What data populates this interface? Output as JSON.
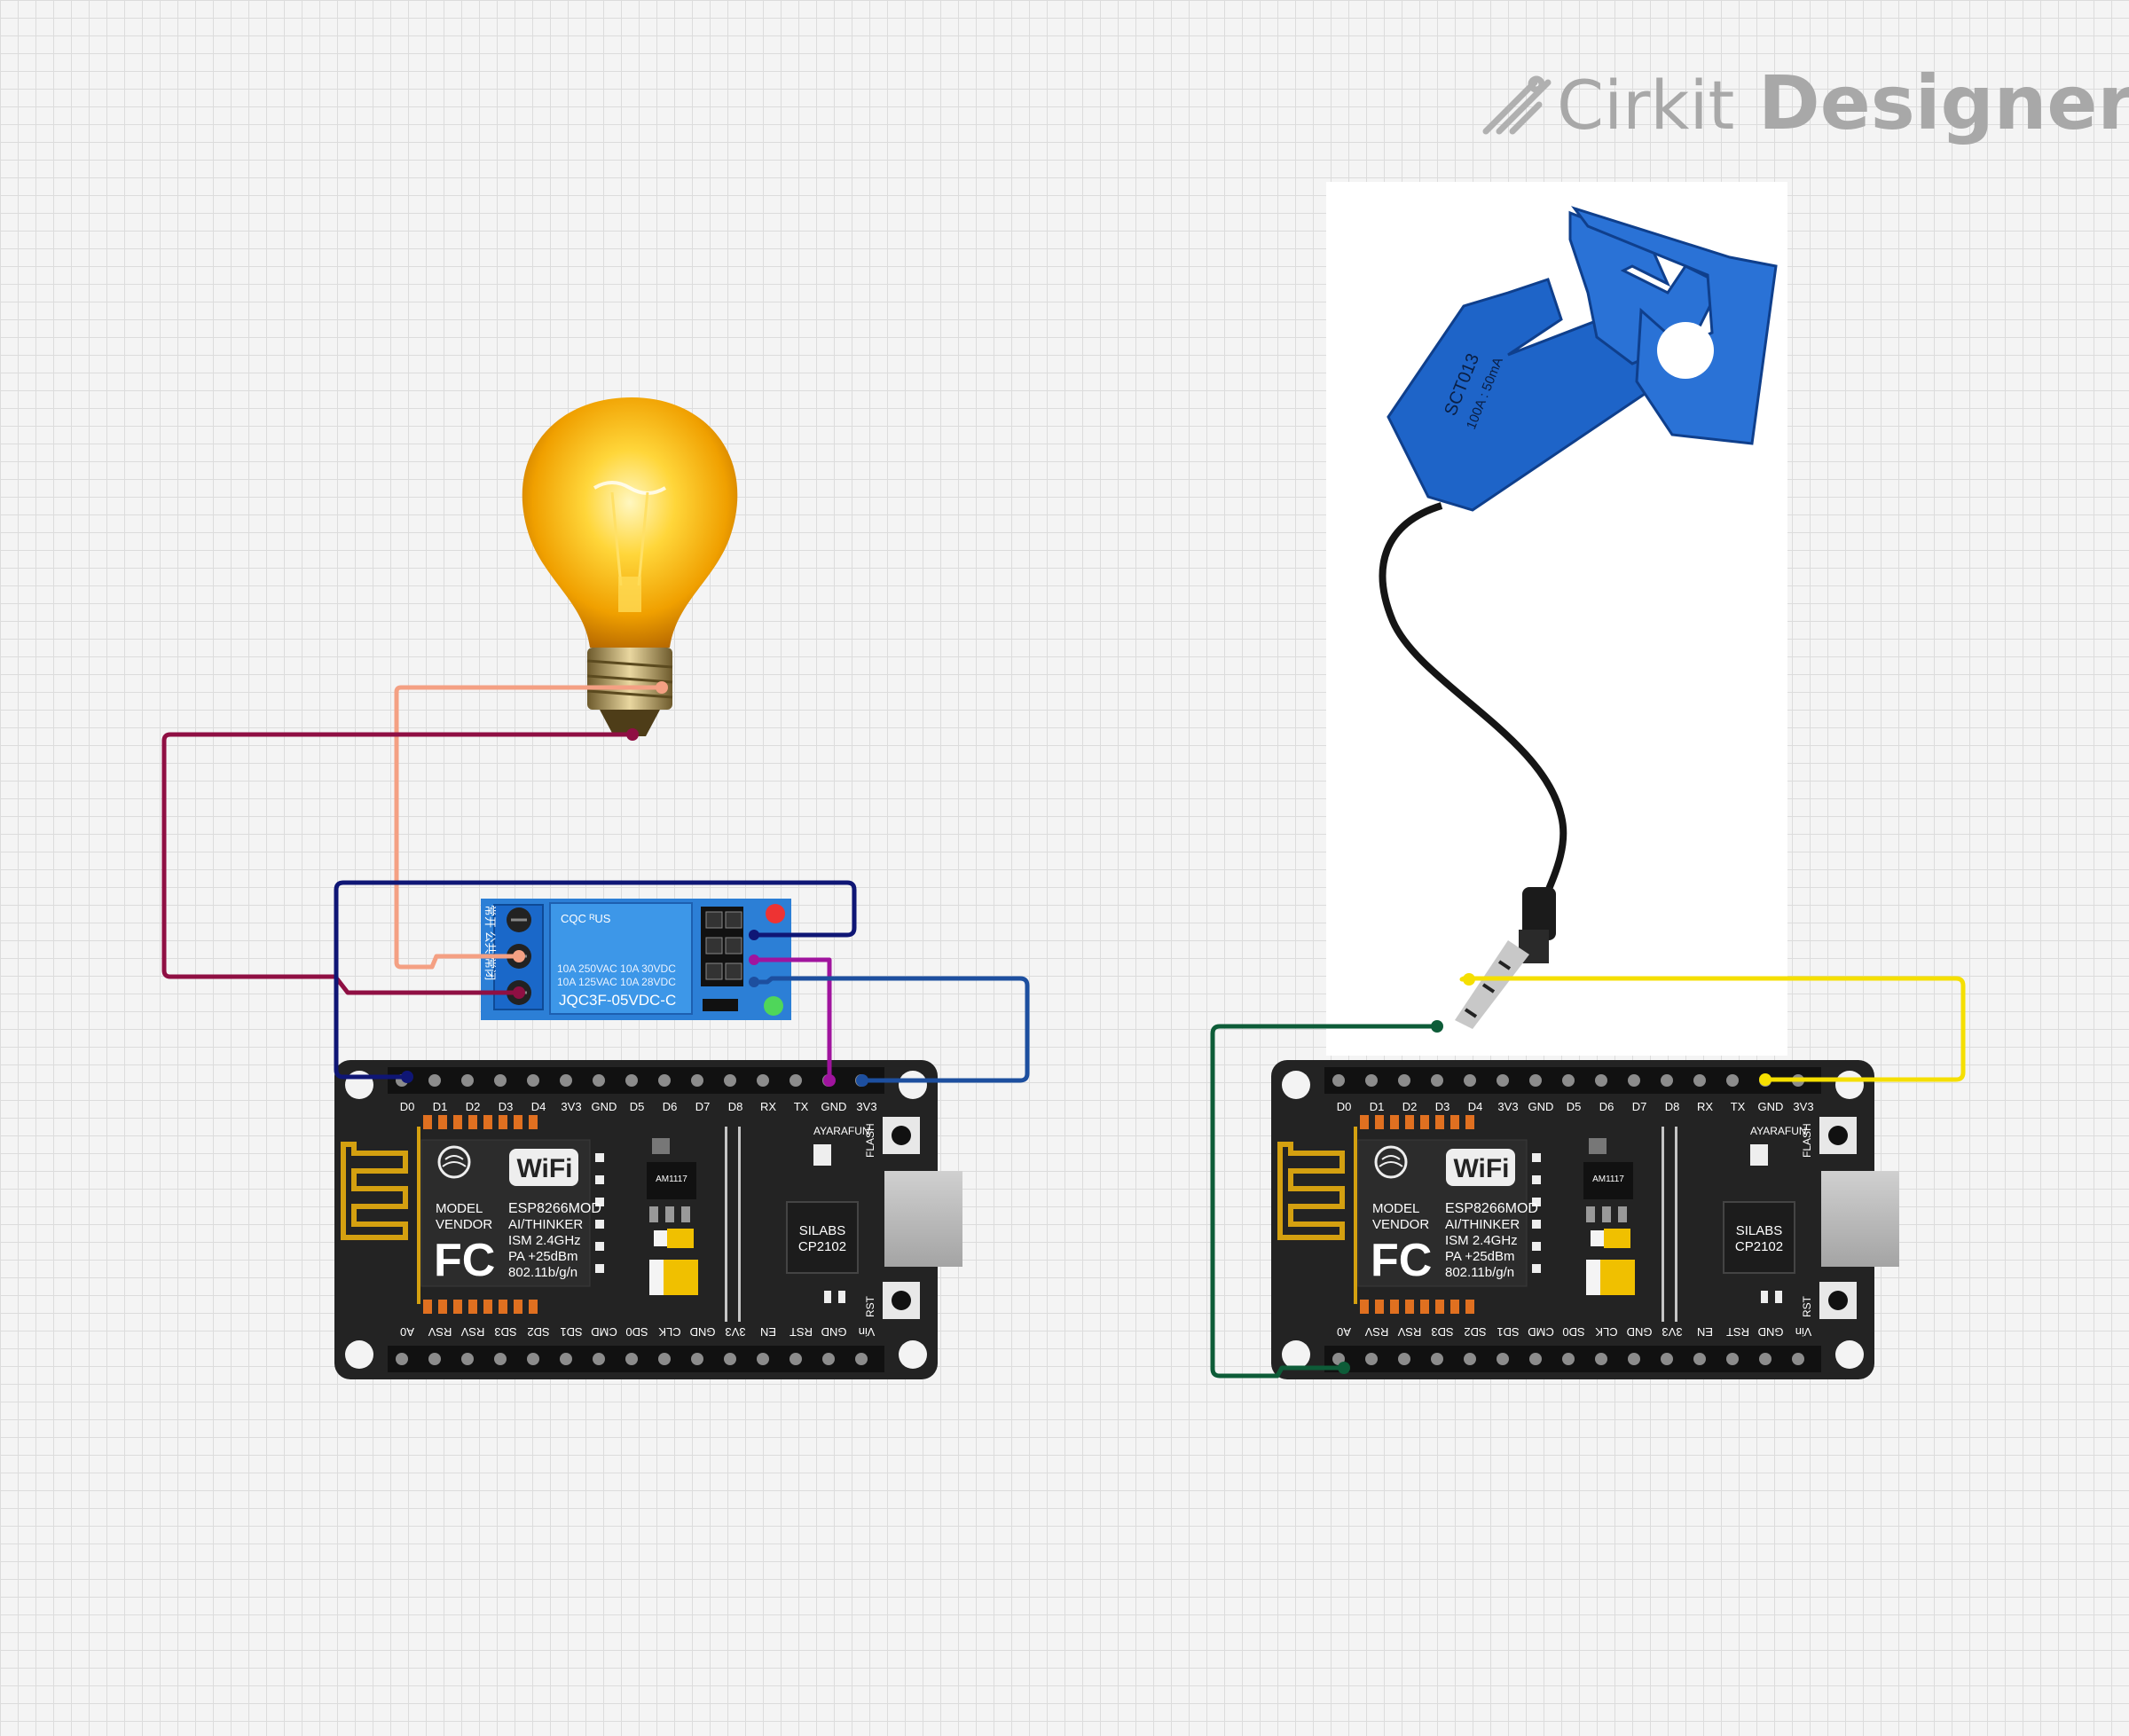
{
  "brand": {
    "prefix": "Cirkit",
    "suffix": "Designer"
  },
  "colors": {
    "wire_lamp_top": "#f4a083",
    "wire_lamp_bottom": "#8f0f43",
    "wire_navy": "#0f1675",
    "wire_purple": "#a0149e",
    "wire_blue": "#1d4f9f",
    "wire_green": "#0d5c38",
    "wire_yellow": "#f5df00",
    "board": "#232323",
    "relay": "#2c7fd6",
    "ct_sensor": "#1e64c8"
  },
  "relay": {
    "cert_marks": "CQC  ᴿUS",
    "spec_line1": "10A 250VAC  10A  30VDC",
    "spec_line2": "10A 125VAC  10A  28VDC",
    "model": "JQC3F-05VDC-C",
    "side_text": "常开  公共  常闭"
  },
  "ct_sensor": {
    "model": "SCT013",
    "rating": "100A : 50mA"
  },
  "board": {
    "top_pins": [
      "D0",
      "D1",
      "D2",
      "D3",
      "D4",
      "3V3",
      "GND",
      "D5",
      "D6",
      "D7",
      "D8",
      "RX",
      "TX",
      "GND",
      "3V3"
    ],
    "bottom_pins": [
      "A0",
      "RSV",
      "RSV",
      "SD3",
      "SD2",
      "SD1",
      "CMD",
      "SD0",
      "CLK",
      "GND",
      "3V3",
      "EN",
      "RST",
      "GND",
      "Vin"
    ],
    "model_label": "MODEL",
    "vendor_label": "VENDOR",
    "module_name": "ESP8266MOD",
    "module_maker": "AI/THINKER",
    "band": "ISM 2.4GHz",
    "power": "PA +25dBm",
    "protocol": "802.11b/g/n",
    "wifi": "WiFi",
    "fcc": "FC",
    "regulator": "AM1117",
    "usb_chip_line1": "SILABS",
    "usb_chip_line2": "CP2102",
    "maker": "AYARAFUN",
    "flash_label": "FLASH",
    "rst_label": "RST"
  }
}
